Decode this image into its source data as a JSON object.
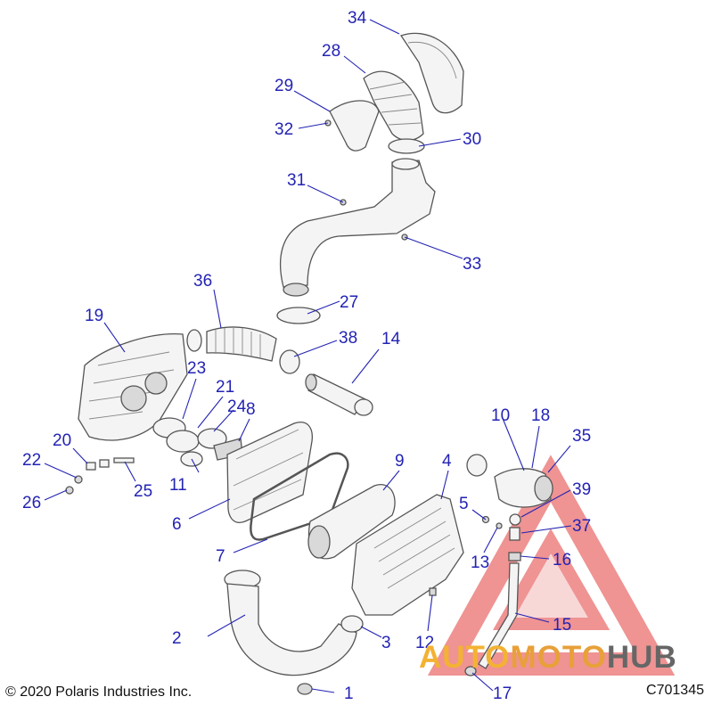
{
  "diagram": {
    "callouts": [
      "1",
      "2",
      "3",
      "4",
      "5",
      "6",
      "7",
      "8",
      "9",
      "10",
      "11",
      "12",
      "13",
      "14",
      "15",
      "16",
      "17",
      "18",
      "19",
      "20",
      "21",
      "22",
      "23",
      "24",
      "25",
      "26",
      "27",
      "28",
      "29",
      "30",
      "31",
      "32",
      "33",
      "34",
      "35",
      "36",
      "37",
      "38",
      "39"
    ],
    "copyright": "© 2020 Polaris Industries Inc.",
    "drawing_id": "C701345"
  },
  "watermark": {
    "part1": "AUTO",
    "part2": "MOTO",
    "part3": "HUB",
    "colors": {
      "triangle": "#e23b3b",
      "gold": "#f3b233",
      "gray": "#666666"
    }
  },
  "colors": {
    "callout": "#2323b4",
    "line": "#555555"
  }
}
